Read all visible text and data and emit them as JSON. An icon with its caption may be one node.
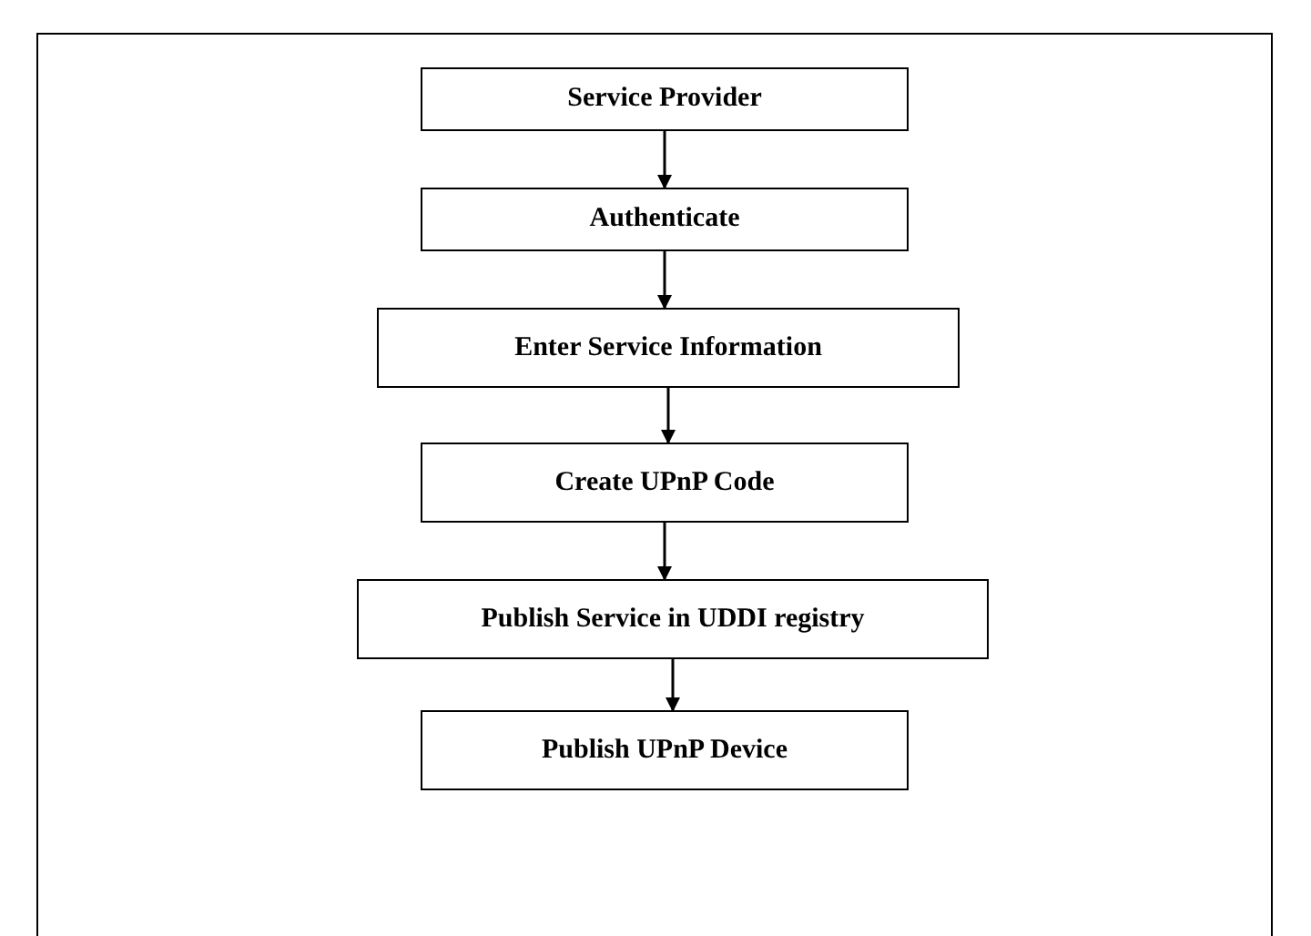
{
  "diagram": {
    "nodes": [
      {
        "text": [
          "Service Provider"
        ]
      },
      {
        "text": [
          "Authenticate"
        ]
      },
      {
        "text": [
          "Enter Service Information"
        ]
      },
      {
        "text": [
          "Create UPnP Code"
        ]
      },
      {
        "text": [
          "Publish Service in UDDI registry"
        ]
      },
      {
        "text": [
          "Publish UPnP Device"
        ]
      }
    ],
    "edges": [
      {
        "from": 0,
        "to": 1,
        "arrow": "to"
      },
      {
        "from": 1,
        "to": 2,
        "arrow": "to"
      },
      {
        "from": 2,
        "to": 3,
        "arrow": "to"
      },
      {
        "from": 3,
        "to": 4,
        "arrow": "to"
      },
      {
        "from": 4,
        "to": 5,
        "arrow": "to"
      }
    ]
  }
}
